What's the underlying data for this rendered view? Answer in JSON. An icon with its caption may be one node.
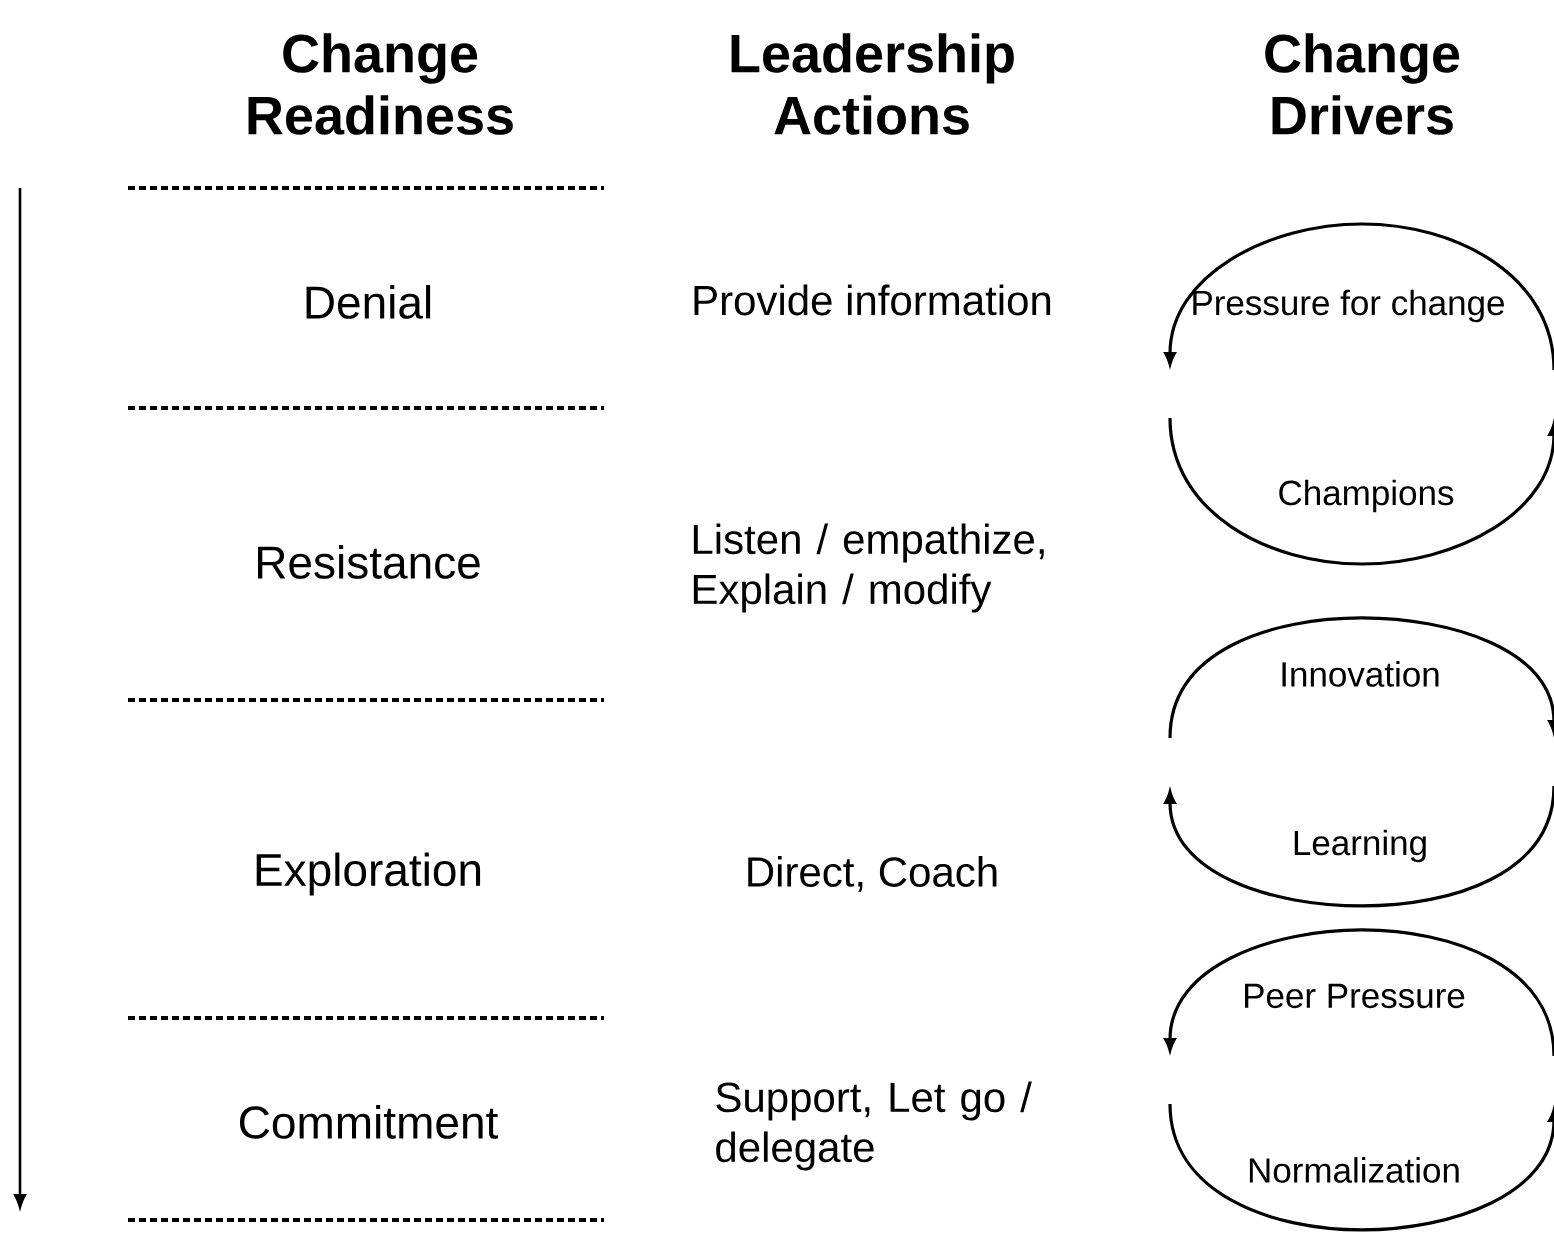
{
  "diagram": {
    "labels": [
      "Change Readiness",
      "Leadership Actions",
      "Change Drivers",
      "Denial",
      "Provide information",
      "Pressure for change",
      "Champions",
      "Resistance",
      "Listen / empathize, Explain / modify",
      "Innovation",
      "Exploration",
      "Direct, Coach",
      "Learning",
      "Peer Pressure",
      "Commitment",
      "Support, Let go / delegate",
      "Normalization"
    ]
  }
}
